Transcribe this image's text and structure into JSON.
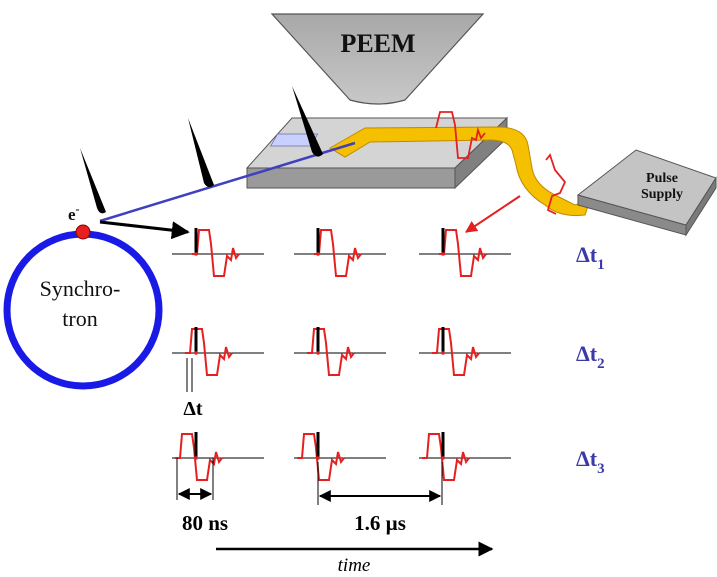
{
  "labels": {
    "peem": "PEEM",
    "pulse_supply_line1": "Pulse",
    "pulse_supply_line2": "Supply",
    "electron": "e",
    "electron_sup": "-",
    "synchrotron_line1": "Synchro-",
    "synchrotron_line2": "tron",
    "delta_t": "Δt",
    "dt1_main": "Δt",
    "dt1_sub": "1",
    "dt2_main": "Δt",
    "dt2_sub": "2",
    "dt3_main": "Δt",
    "dt3_sub": "3",
    "pulse_width": "80 ns",
    "period": "1.6 µs",
    "time_axis": "time"
  },
  "colors": {
    "ring": "#1a1ae6",
    "pulse": "#e62020",
    "label_blue": "#3a3aa8",
    "stripline": "#f5c000",
    "beam": "#4040c0"
  }
}
